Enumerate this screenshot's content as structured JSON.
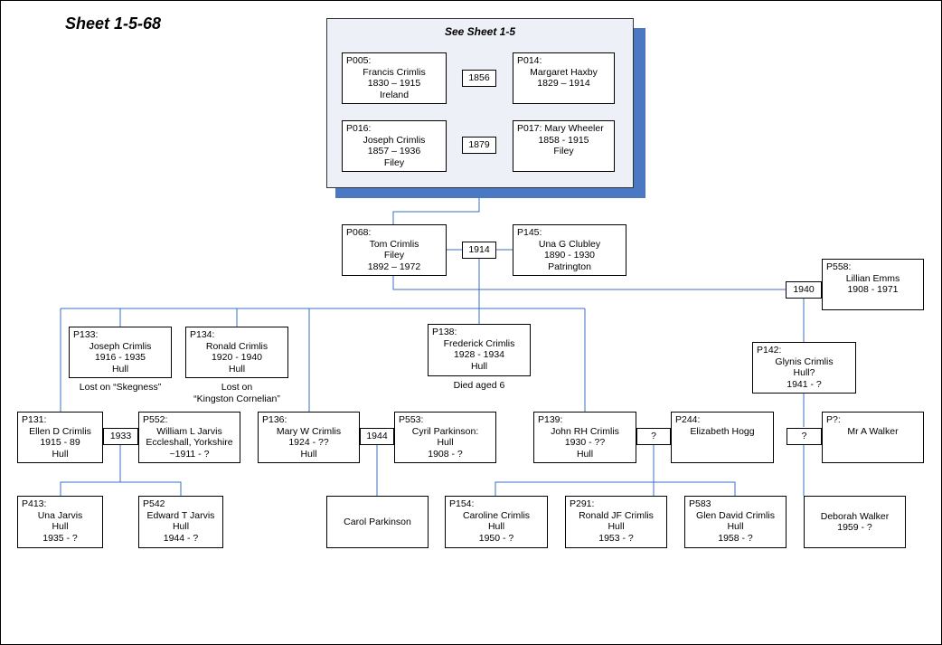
{
  "sheet_title": "Sheet 1-5-68",
  "panel_title": "See Sheet 1-5",
  "persons": {
    "p005": {
      "id": "P005:",
      "lines": [
        "Francis Crimlis",
        "1830 – 1915",
        "Ireland"
      ]
    },
    "p014": {
      "id": "P014:",
      "lines": [
        "Margaret Haxby",
        "1829 – 1914"
      ]
    },
    "p016": {
      "id": "P016:",
      "lines": [
        "Joseph Crimlis",
        "1857 – 1936",
        "Filey"
      ]
    },
    "p017": {
      "id": "P017: Mary Wheeler",
      "lines": [
        "1858 - 1915",
        "Filey"
      ]
    },
    "p068": {
      "id": "P068:",
      "lines": [
        "Tom Crimlis",
        "Filey",
        "1892 – 1972"
      ]
    },
    "p145": {
      "id": "P145:",
      "lines": [
        "Una G Clubley",
        "1890 - 1930",
        "Patrington"
      ]
    },
    "p558": {
      "id": "P558:",
      "lines": [
        "Lillian Emms",
        "1908 - 1971"
      ]
    },
    "p133": {
      "id": "P133:",
      "lines": [
        "Joseph Crimlis",
        "1916 - 1935",
        "Hull"
      ]
    },
    "p134": {
      "id": "P134:",
      "lines": [
        "Ronald Crimlis",
        "1920 - 1940",
        "Hull"
      ]
    },
    "p138": {
      "id": "P138:",
      "lines": [
        "Frederick Crimlis",
        "1928 - 1934",
        "Hull"
      ]
    },
    "p142": {
      "id": "P142:",
      "lines": [
        "Glynis Crimlis",
        "Hull?",
        "1941 - ?"
      ]
    },
    "p131": {
      "id": "P131:",
      "lines": [
        "Ellen D Crimlis",
        "1915 - 89",
        "Hull"
      ]
    },
    "p552": {
      "id": "P552:",
      "lines": [
        "William L Jarvis",
        "Eccleshall, Yorkshire",
        "~1911 - ?"
      ]
    },
    "p136": {
      "id": "P136:",
      "lines": [
        "Mary W Crimlis",
        "1924 - ??",
        "Hull"
      ]
    },
    "p553": {
      "id": "P553:",
      "lines": [
        "Cyril Parkinson:",
        "Hull",
        "1908 - ?"
      ]
    },
    "p139": {
      "id": "P139:",
      "lines": [
        "John RH Crimlis",
        "1930 - ??",
        "Hull"
      ]
    },
    "p244": {
      "id": "P244:",
      "lines": [
        "Elizabeth Hogg"
      ]
    },
    "pq": {
      "id": "P?:",
      "lines": [
        "Mr A Walker"
      ]
    },
    "p413": {
      "id": "P413:",
      "lines": [
        "Una Jarvis",
        "Hull",
        "1935 - ?"
      ]
    },
    "p542": {
      "id": "P542",
      "lines": [
        "Edward T Jarvis",
        "Hull",
        "1944 - ?"
      ]
    },
    "carol": {
      "id": "",
      "lines": [
        "Carol Parkinson"
      ]
    },
    "p154": {
      "id": "P154:",
      "lines": [
        "Caroline Crimlis",
        "Hull",
        "1950 - ?"
      ]
    },
    "p291": {
      "id": "P291:",
      "lines": [
        "Ronald JF  Crimlis",
        "Hull",
        "1953 - ?"
      ]
    },
    "p583": {
      "id": "P583",
      "lines": [
        "Glen David  Crimlis",
        "Hull",
        "1958 - ?"
      ]
    },
    "deborah": {
      "id": "",
      "lines": [
        "Deborah Walker",
        "1959 - ?"
      ]
    }
  },
  "marriages": {
    "m1856": "1856",
    "m1879": "1879",
    "m1914": "1914",
    "m1940": "1940",
    "m1933": "1933",
    "m1944": "1944",
    "mq1": "?",
    "mq2": "?"
  },
  "notes": {
    "p133_note": [
      "Lost on “Skegness”"
    ],
    "p134_note": [
      "Lost on",
      "“Kingston Cornelian”"
    ],
    "p138_note": [
      "Died aged 6"
    ]
  }
}
